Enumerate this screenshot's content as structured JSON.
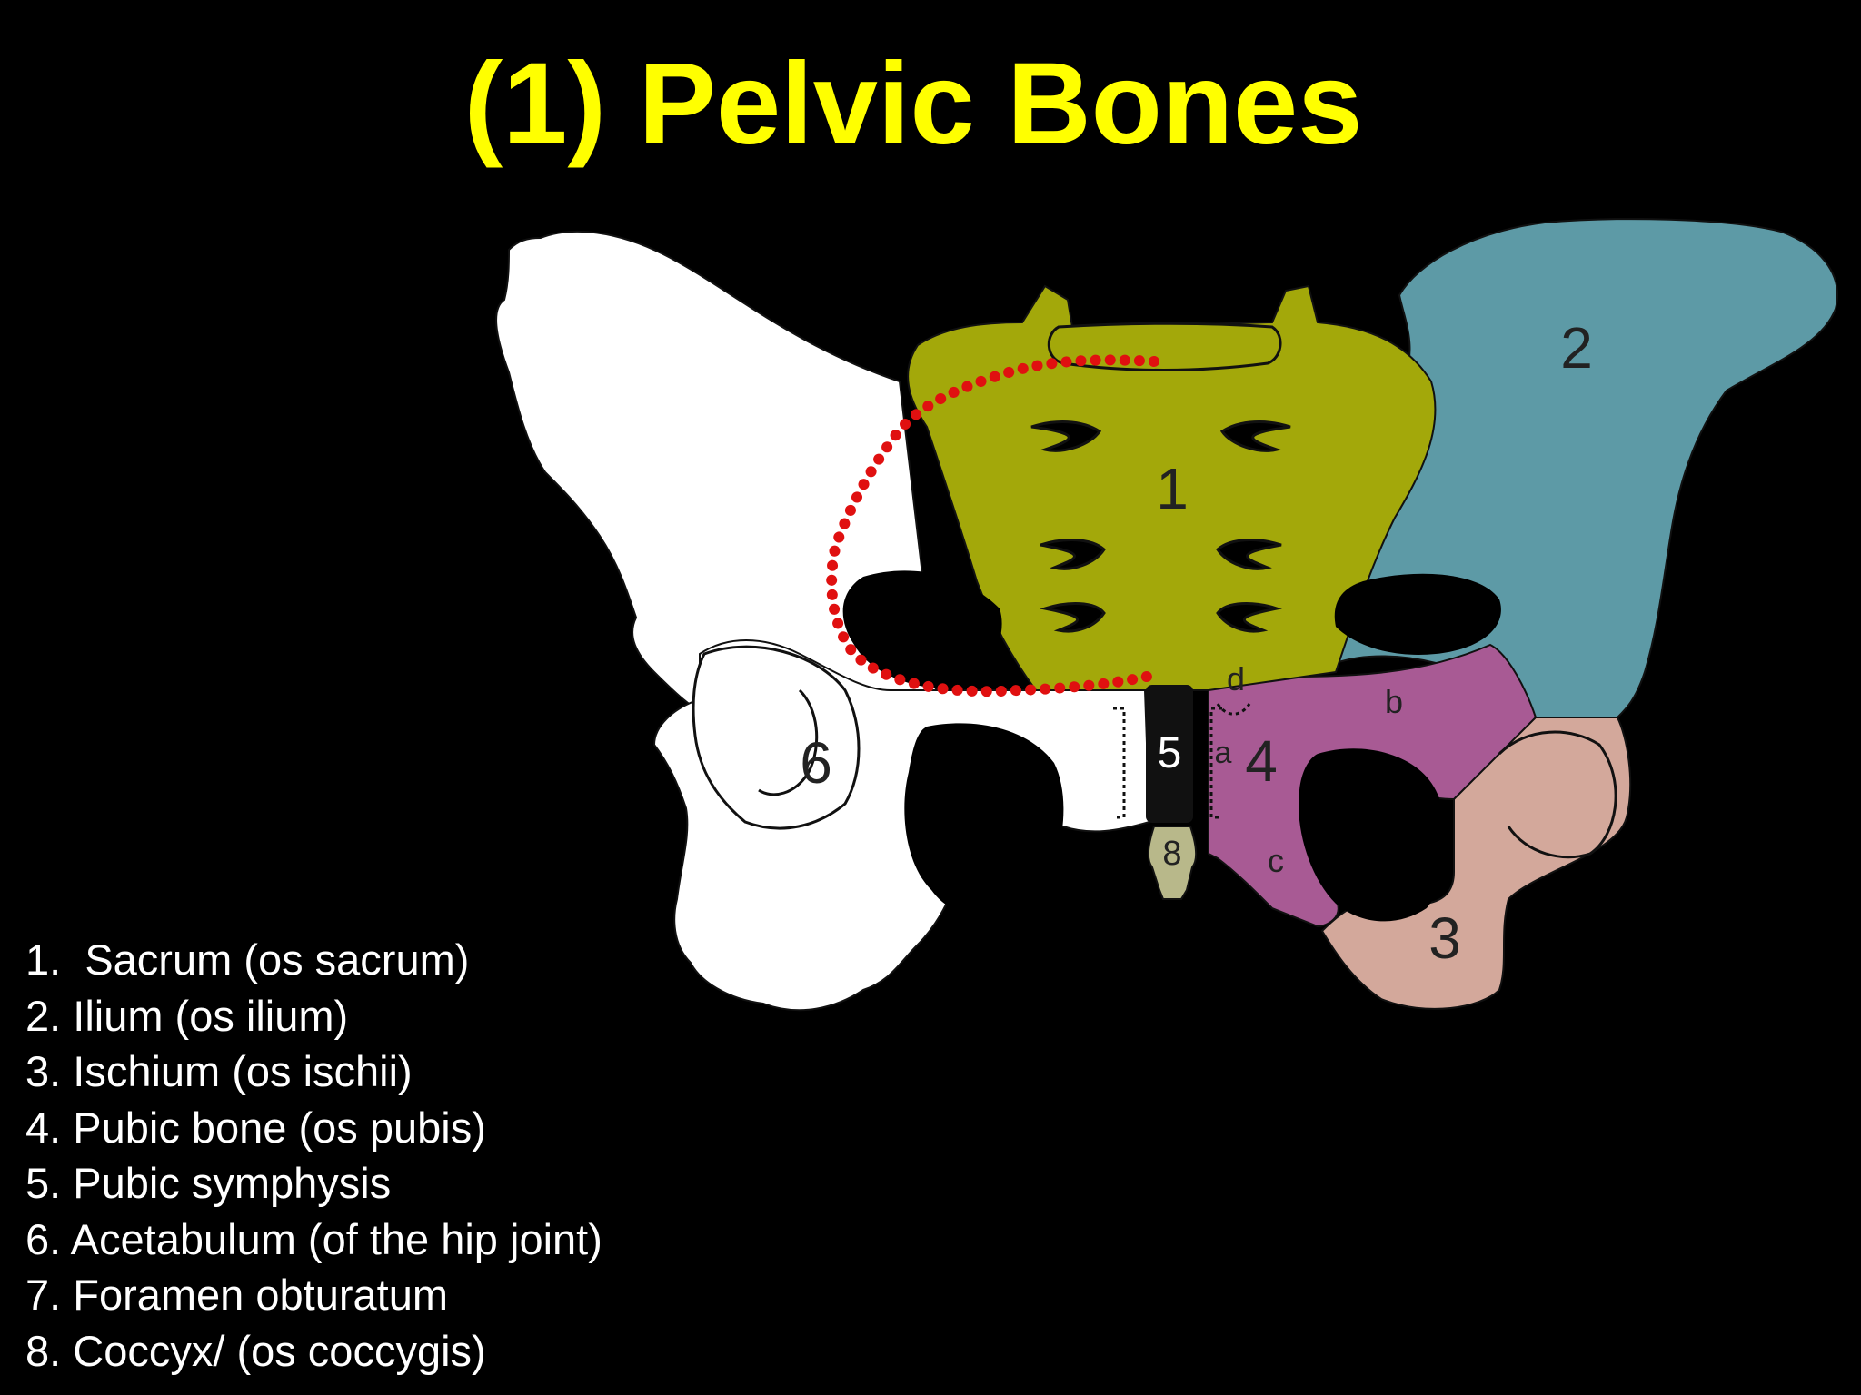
{
  "title": "(1) Pelvic Bones",
  "legend": [
    "1.  Sacrum (os sacrum)",
    "2. Ilium (os ilium)",
    "3. Ischium (os ischii)",
    "4. Pubic bone (os pubis)",
    "5. Pubic symphysis",
    "6. Acetabulum (of the hip joint)",
    "7. Foramen obturatum",
    "8. Coccyx/ (os coccygis)"
  ],
  "diagram_labels": {
    "sacrum": "1",
    "ilium": "2",
    "ischium": "3",
    "pubis": "4",
    "symphysis": "5",
    "acetabulum": "6",
    "coccyx": "8",
    "a": "a",
    "b": "b",
    "c": "c",
    "d": "d"
  },
  "colors": {
    "background": "#000000",
    "title": "#ffff00",
    "sacrum": "#a3a80a",
    "ilium": "#5d9aa6",
    "ischium": "#d3a89b",
    "pubis": "#a85a94",
    "coccyx": "#b8b88a",
    "dotted_line": "#e01010",
    "bone_white": "#ffffff"
  }
}
